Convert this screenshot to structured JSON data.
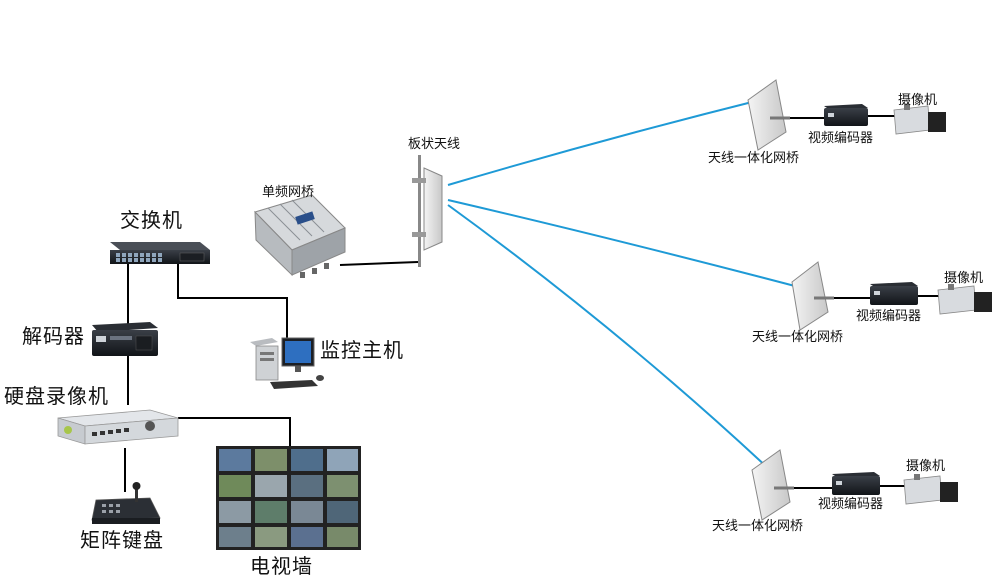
{
  "labels": {
    "switch": "交换机",
    "single_bridge": "单频网桥",
    "panel_antenna": "板状天线",
    "decoder": "解码器",
    "monitor_host": "监控主机",
    "dvr": "硬盘录像机",
    "matrix_keyboard": "矩阵键盘",
    "video_wall": "电视墙"
  },
  "remote_sites": [
    {
      "camera": "摄像机",
      "encoder": "视频编码器",
      "bridge": "天线一体化网桥"
    },
    {
      "camera": "摄像机",
      "encoder": "视频编码器",
      "bridge": "天线一体化网桥"
    },
    {
      "camera": "摄像机",
      "encoder": "视频编码器",
      "bridge": "天线一体化网桥"
    }
  ],
  "colors": {
    "wireless_link": "#1e9ad6",
    "wired_link": "#000000"
  }
}
